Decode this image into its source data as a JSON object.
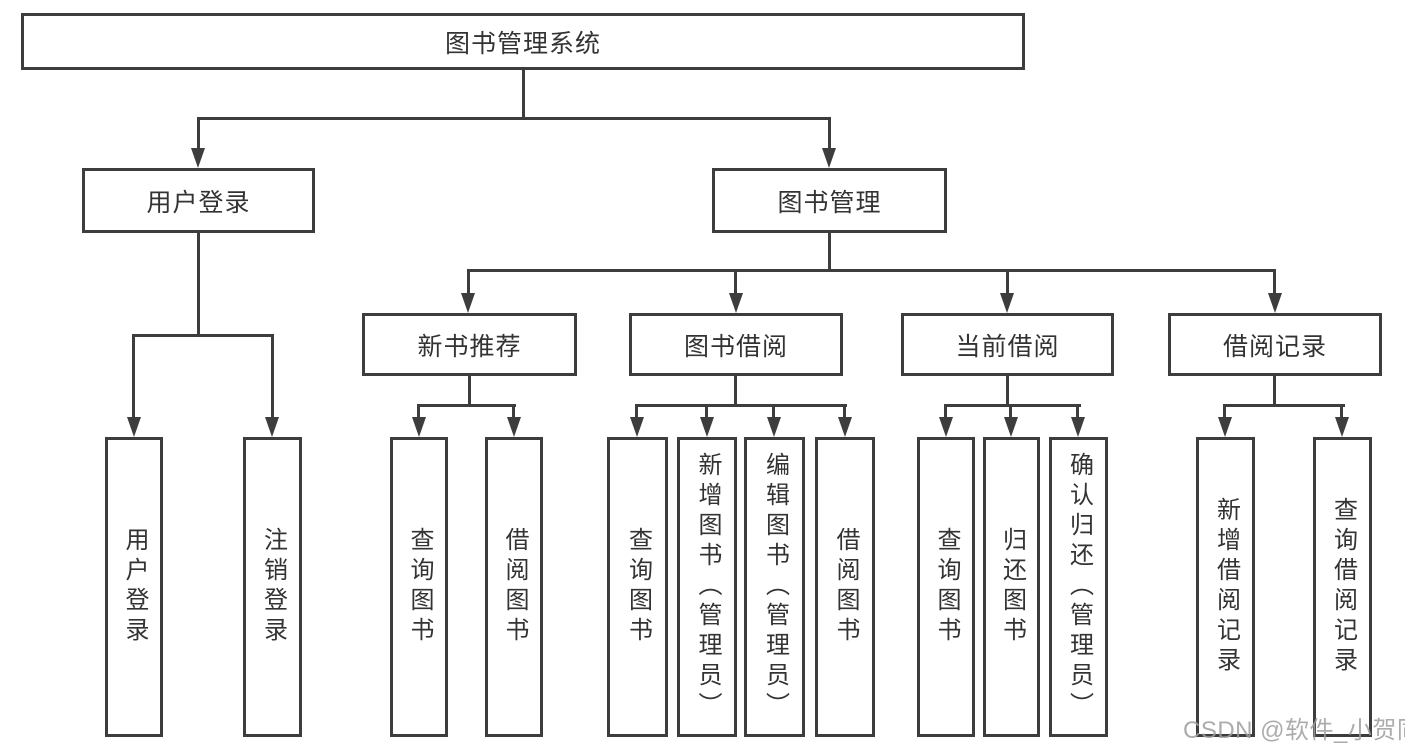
{
  "diagram": {
    "root": {
      "label": "图书管理系统"
    },
    "branches": [
      {
        "label": "用户登录",
        "children": [
          {
            "label": "用户登录"
          },
          {
            "label": "注销登录"
          }
        ]
      },
      {
        "label": "图书管理",
        "children": [
          {
            "label": "新书推荐",
            "children": [
              {
                "label": "查询图书"
              },
              {
                "label": "借阅图书"
              }
            ]
          },
          {
            "label": "图书借阅",
            "children": [
              {
                "label": "查询图书"
              },
              {
                "label": "新增图书（管理员）"
              },
              {
                "label": "编辑图书（管理员）"
              },
              {
                "label": "借阅图书"
              }
            ]
          },
          {
            "label": "当前借阅",
            "children": [
              {
                "label": "查询图书"
              },
              {
                "label": "归还图书"
              },
              {
                "label": "确认归还（管理员）"
              }
            ]
          },
          {
            "label": "借阅记录",
            "children": [
              {
                "label": "新增借阅记录"
              },
              {
                "label": "查询借阅记录"
              }
            ]
          }
        ]
      }
    ]
  },
  "watermark": {
    "text": "CSDN @软件_小贺同学"
  },
  "colors": {
    "line": "#3d3d3d",
    "text": "#333333",
    "box_background": "#ffffff",
    "watermark": "#9e9e9e"
  }
}
